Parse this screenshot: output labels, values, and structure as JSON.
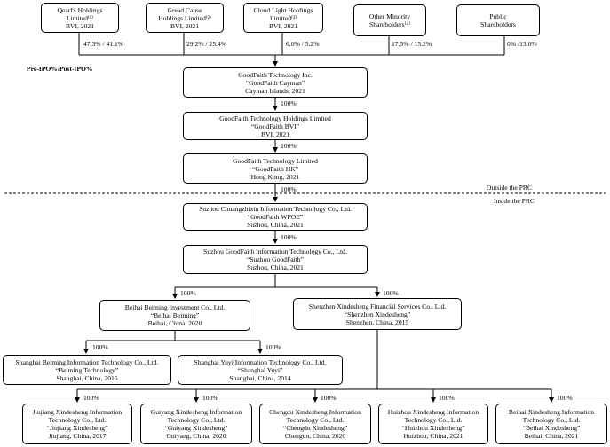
{
  "shareholders": [
    {
      "lines": [
        "Qearl's Holdings",
        "Limited⁽¹⁾",
        "BVI, 2021"
      ],
      "pct": "47.3% / 41.1%"
    },
    {
      "lines": [
        "Gread Cause",
        "Holdings Limited⁽²⁾",
        "BVI, 2021"
      ],
      "pct": "29.2% / 25.4%"
    },
    {
      "lines": [
        "Cloud Light Holdings",
        "Limited⁽³⁾",
        "BVI, 2021"
      ],
      "pct": "6.0% / 5.2%"
    },
    {
      "lines": [
        "Other Minority",
        "Shareholders⁽⁴⁾"
      ],
      "pct": "17.5% / 15.2%"
    },
    {
      "lines": [
        "Public",
        "Shareholders"
      ],
      "pct": "0% /13.0%"
    }
  ],
  "pre_post_label": "Pre-IPO%/Post-IPO%",
  "entities": {
    "cayman": [
      "GoodFaith Technology Inc.",
      "“GoodFaith Cayman”",
      "Cayman Islands, 2021"
    ],
    "bvi": [
      "GoodFaith Technology Holdings Limited",
      "“GoodFaith BVI”",
      "BVI, 2021"
    ],
    "hk": [
      "GoodFaith Technology Limited",
      "“GoodFaith HK”",
      "Hong Kong, 2021"
    ],
    "wfoe": [
      "Suzhou Chuangzhixin Information Technology Co., Ltd.",
      "“GoodFaith WFOE”",
      "Suzhou, China, 2021"
    ],
    "suzhou": [
      "Suzhou GoodFaith Information Technology Co., Ltd.",
      "“Suzhou GoodFaith”",
      "Suzhou, China, 2021"
    ],
    "beihai_beiming": [
      "Beihai Beiming Investment Co., Ltd.",
      "“Beihai Beiming”",
      "Beihai, China, 2020"
    ],
    "shenzhen": [
      "Shenzhen Xindesheng Financial Services Co., Ltd.",
      "“Shenzhen Xindesheng”",
      "Shenzhen, China, 2015"
    ],
    "shanghai_beiming": [
      "Shanghai Beiming Information Technology Co., Ltd.",
      "“Beiming Technology”",
      "Shanghai, China, 2015"
    ],
    "shanghai_yuyi": [
      "Shanghai Yuyi Information Technology Co., Ltd.",
      "“Shanghai Yuyi”",
      "Shanghai, China, 2014"
    ],
    "jiujiang": [
      "Jiujiang Xindesheng Information",
      "Technology Co., Ltd.",
      "“Jiujiang Xindesheng”",
      "Jiujiang, China, 2017"
    ],
    "guiyang": [
      "Guiyang Xindesheng Information",
      "Technology Co., Ltd.",
      "“Guiyang Xindesheng”",
      "Guiyang, China, 2020"
    ],
    "chengdu": [
      "Chengdu Xindesheng Information",
      "Technology Co., Ltd.",
      "“Chengdu Xindesheng”",
      "Chengdu, China, 2020"
    ],
    "huizhou": [
      "Huizhou Xindesheng Information",
      "Technology Co., Ltd.",
      "“Huizhou Xindesheng”",
      "Huizhou, China, 2021"
    ],
    "beihai_xds": [
      "Beihai Xindesheng Information",
      "Technology Co., Ltd.",
      "“Beihai Xindesheng”",
      "Beihai, China, 2021"
    ]
  },
  "pct100": "100%",
  "outside_prc": "Outside the PRC",
  "inside_prc": "Inside the PRC"
}
